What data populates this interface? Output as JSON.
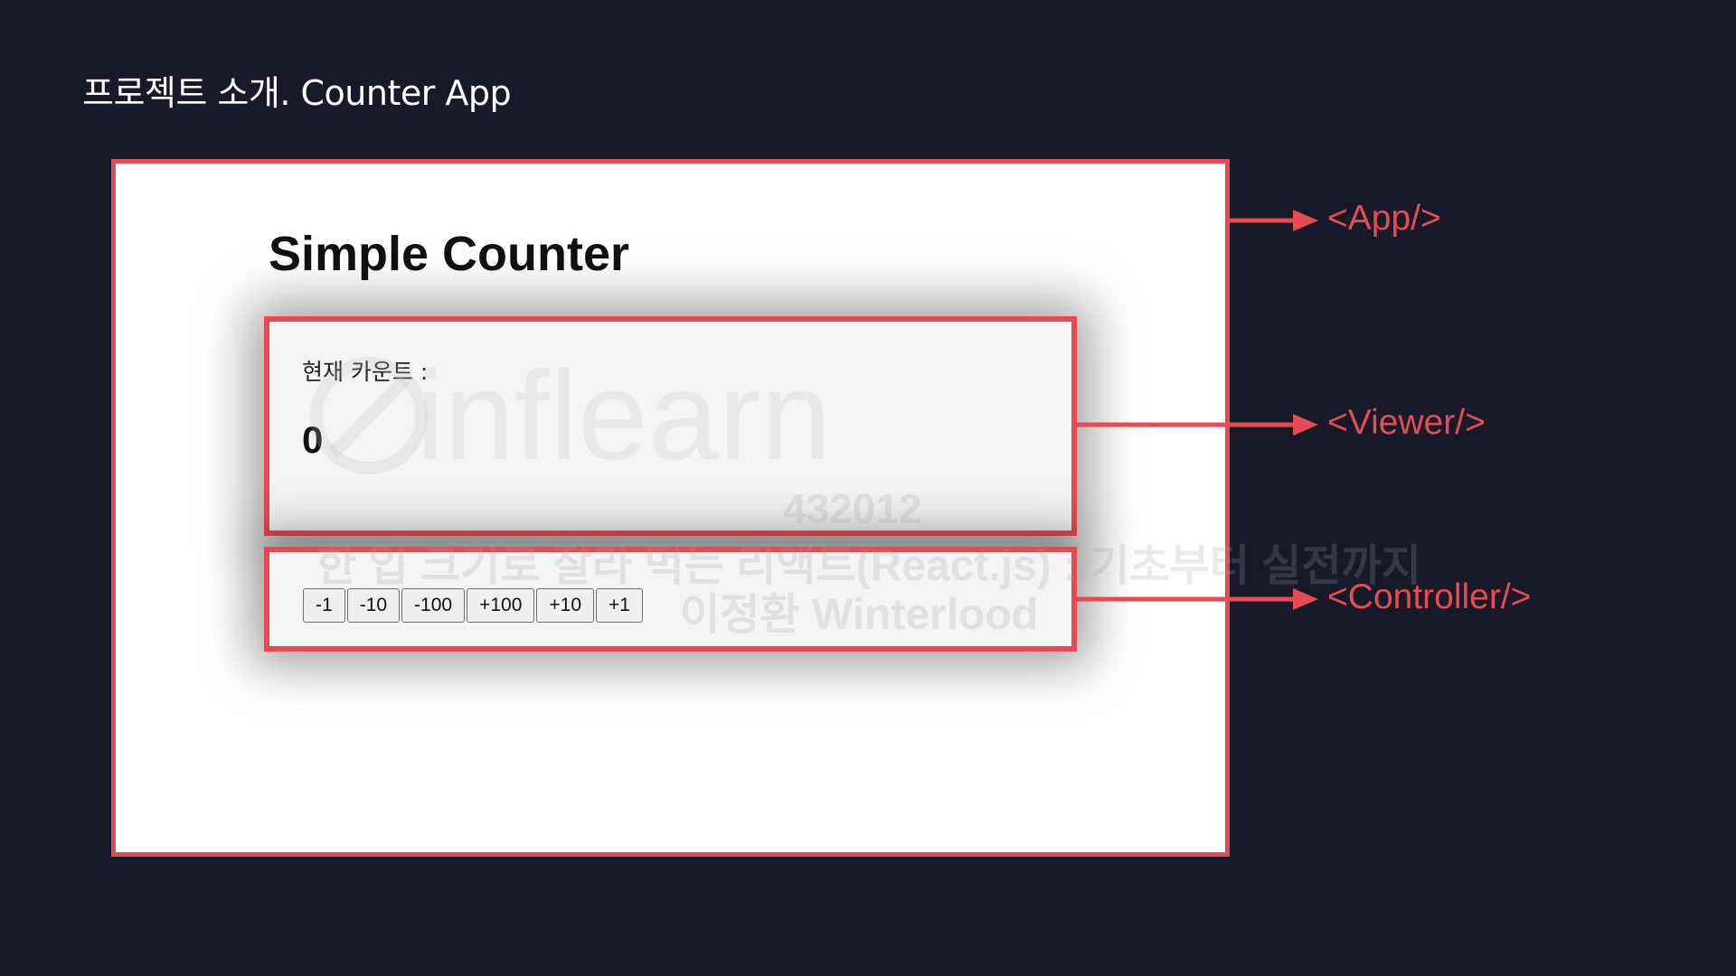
{
  "slide": {
    "title": "프로젝트 소개. Counter App",
    "accent_color": "#e54b53",
    "background_color": "#181a2a"
  },
  "app": {
    "heading": "Simple Counter",
    "viewer": {
      "label": "현재 카운트 :",
      "count": "0"
    },
    "controller": {
      "buttons": [
        "-1",
        "-10",
        "-100",
        "+100",
        "+10",
        "+1"
      ]
    }
  },
  "annotations": {
    "app_tag": "<App/>",
    "viewer_tag": "<Viewer/>",
    "controller_tag": "<Controller/>"
  },
  "watermark": {
    "logo_text": "inflearn",
    "id": "432012",
    "course": "한 입 크기로 잘라 먹는 리액트(React.js) : 기초부터 실전까지",
    "author": "이정환 Winterlood"
  }
}
